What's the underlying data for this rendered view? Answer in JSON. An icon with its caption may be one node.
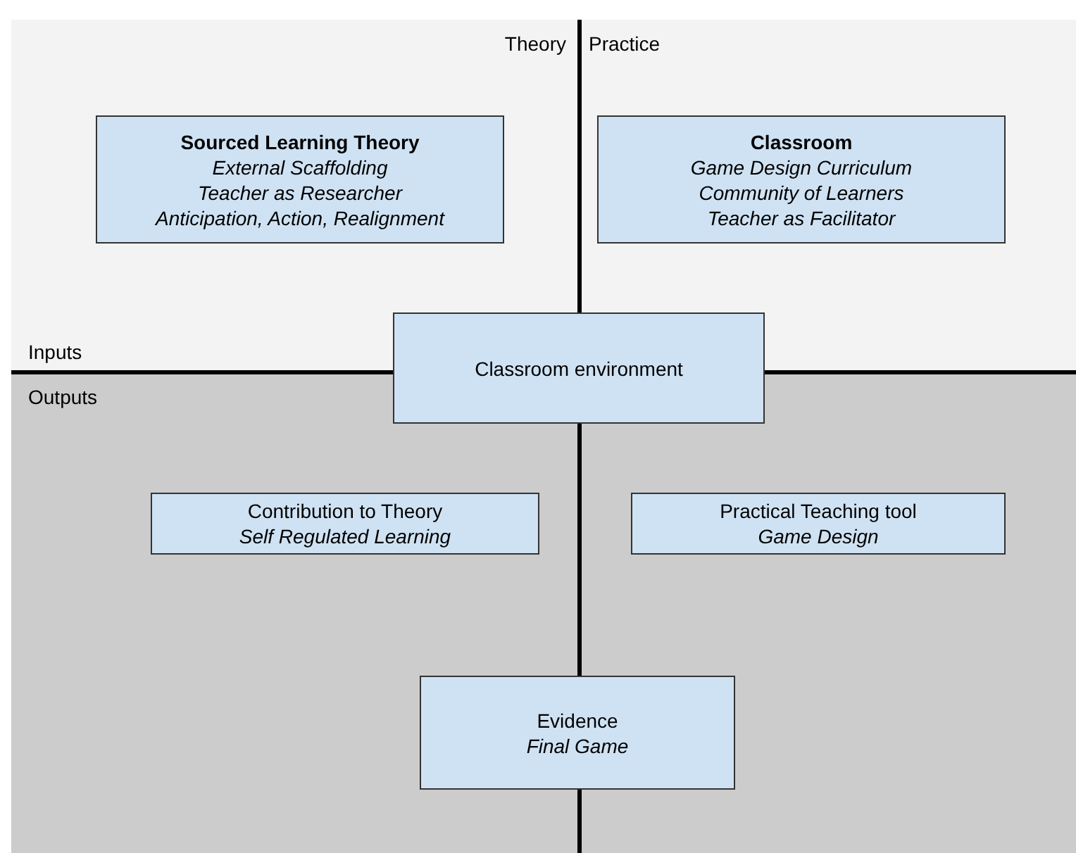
{
  "diagram": {
    "nodes": [
      {
        "text": [
          "Sourced Learning Theory",
          "External Scaffolding",
          "Teacher as Researcher",
          "Anticipation, Action, Realignment"
        ]
      },
      {
        "text": [
          "Classroom",
          "Game Design Curriculum",
          "Community of Learners",
          "Teacher as Facilitator"
        ]
      },
      {
        "text": [
          "Classroom environment"
        ]
      },
      {
        "text": [
          "Contribution to Theory",
          "Self Regulated Learning"
        ]
      },
      {
        "text": [
          "Practical Teaching tool",
          "Game Design"
        ]
      },
      {
        "text": [
          "Evidence",
          "Final Game"
        ]
      }
    ],
    "labels": [
      "Theory",
      "Practice",
      "Inputs",
      "Outputs"
    ]
  }
}
